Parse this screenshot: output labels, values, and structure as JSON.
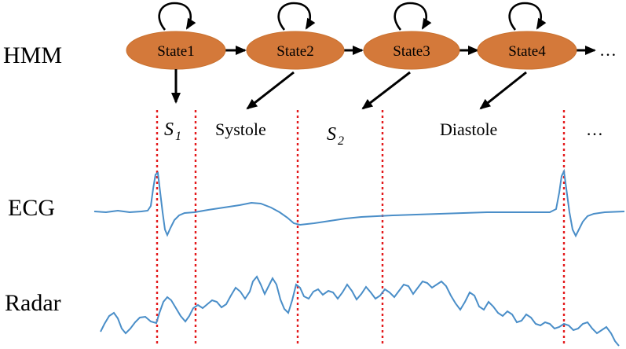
{
  "rows": {
    "hmm": "HMM",
    "ecg": "ECG",
    "radar": "Radar"
  },
  "states": [
    {
      "label": "State1"
    },
    {
      "label": "State2"
    },
    {
      "label": "State3"
    },
    {
      "label": "State4"
    }
  ],
  "states_ellipsis": "…",
  "phases": {
    "s1": {
      "main": "S",
      "sub": "1"
    },
    "systole": "Systole",
    "s2": {
      "main": "S",
      "sub": "2"
    },
    "diastole": "Diastole",
    "ellipsis": "…"
  },
  "colors": {
    "state_fill": "#d4793a",
    "divider": "#e31a1c",
    "signal": "#4a8ec8"
  }
}
